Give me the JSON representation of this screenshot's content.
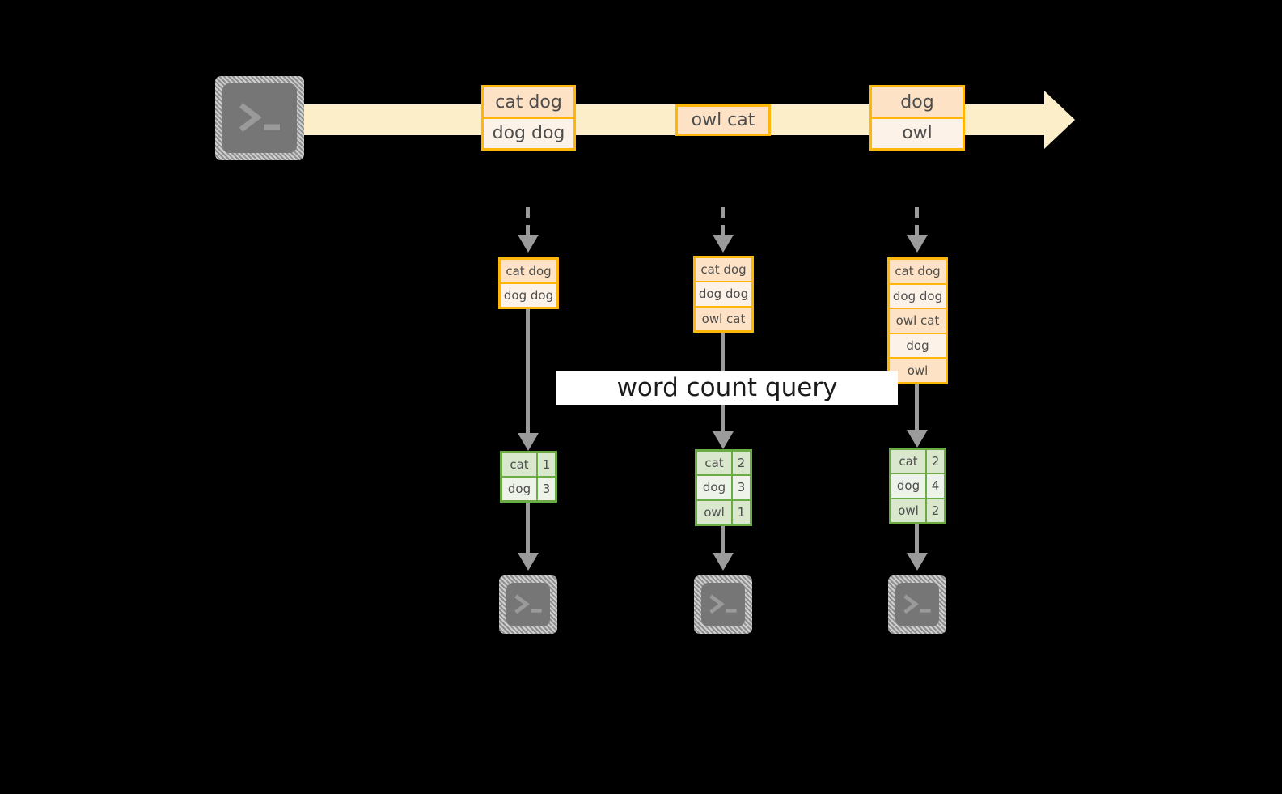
{
  "diagram": {
    "title_label": "word count query",
    "source": {
      "icon": "terminal-icon",
      "glyph": "> _"
    },
    "stream": {
      "icon": "right-arrow-icon",
      "records": [
        {
          "lines": [
            "cat dog",
            "dog dog"
          ]
        },
        {
          "lines": [
            "owl cat"
          ]
        },
        {
          "lines": [
            "dog",
            "owl"
          ]
        }
      ]
    },
    "snapshots": [
      {
        "name": "snapshot-1",
        "lines": [
          "cat dog",
          "dog dog"
        ],
        "counts": {
          "keys": [
            "cat",
            "dog"
          ],
          "values": [
            "1",
            "3"
          ]
        },
        "sink": {
          "icon": "terminal-icon",
          "glyph": "> _"
        }
      },
      {
        "name": "snapshot-2",
        "lines": [
          "cat dog",
          "dog dog",
          "owl cat"
        ],
        "counts": {
          "keys": [
            "cat",
            "dog",
            "owl"
          ],
          "values": [
            "2",
            "3",
            "1"
          ]
        },
        "sink": {
          "icon": "terminal-icon",
          "glyph": "> _"
        }
      },
      {
        "name": "snapshot-3",
        "lines": [
          "cat dog",
          "dog dog",
          "owl cat",
          "dog",
          "owl"
        ],
        "counts": {
          "keys": [
            "cat",
            "dog",
            "owl"
          ],
          "values": [
            "2",
            "4",
            "2"
          ]
        },
        "sink": {
          "icon": "terminal-icon",
          "glyph": "> _"
        }
      }
    ]
  },
  "colors": {
    "background": "#000000",
    "stream_band": "#fdeeca",
    "record_border": "#ffb60a",
    "record_fill_light": "#fdf2e7",
    "record_fill_dark": "#fde2c6",
    "count_border": "#6aab46",
    "count_fill_light": "#eef3ea",
    "count_fill_dark": "#d9e7cd",
    "connector": "#9b9b9b",
    "terminal_body": "#767676",
    "label_band": "#ffffff",
    "text": "#4d4d4d"
  }
}
